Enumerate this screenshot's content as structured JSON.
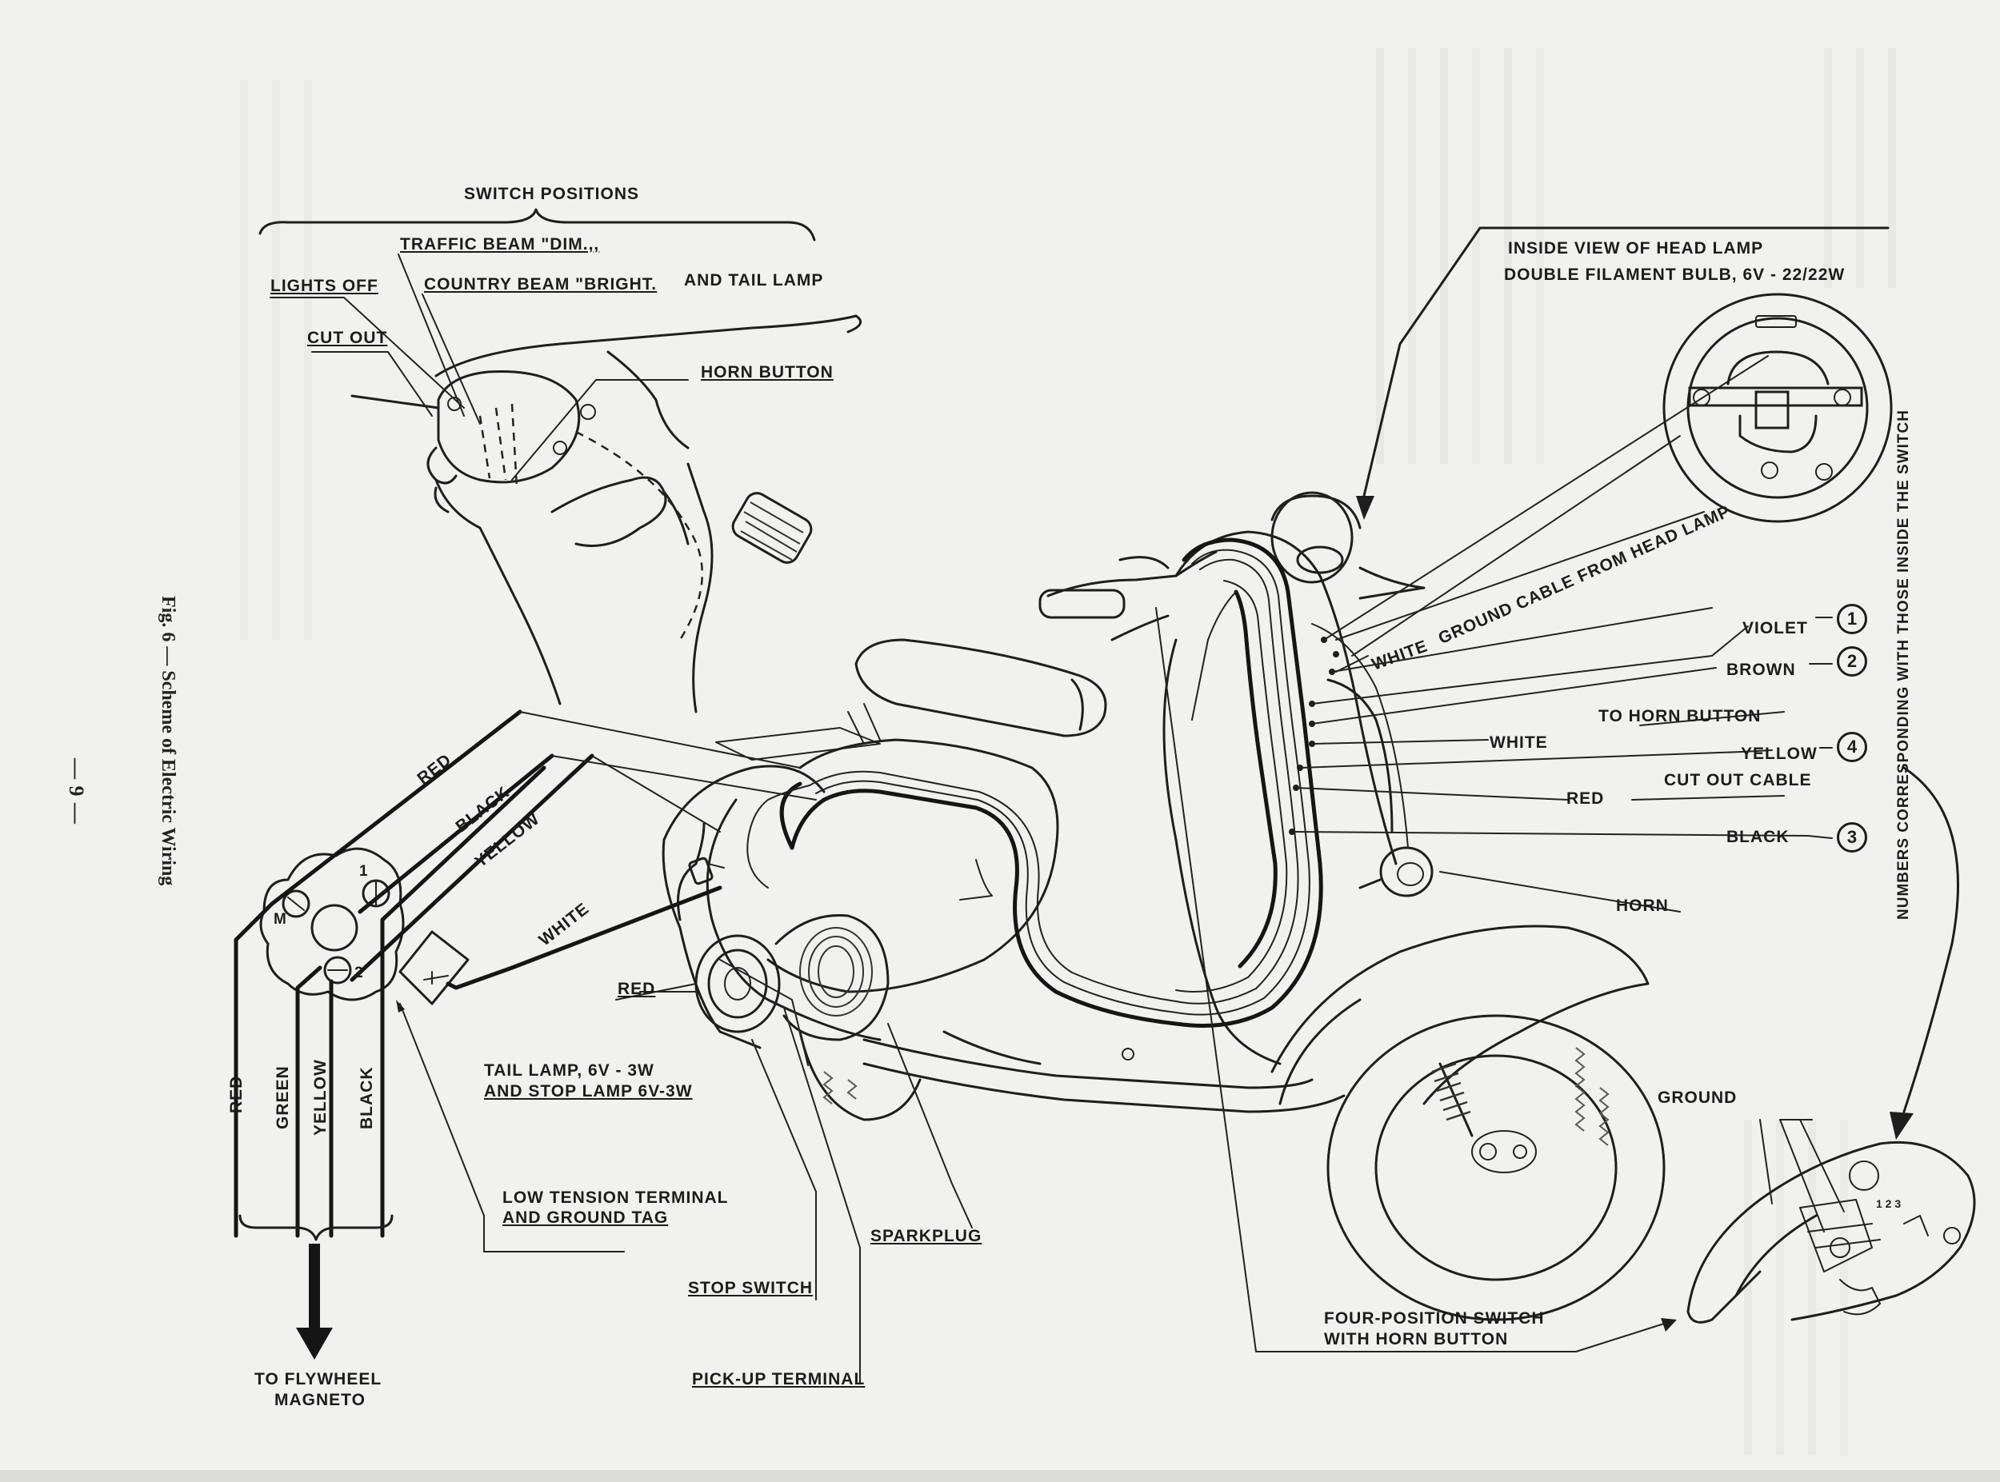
{
  "figure": {
    "caption": "Fig. 6 — Scheme of Electric Wiring",
    "page_number": "— 9 —"
  },
  "switch_positions": {
    "title": "SWITCH POSITIONS",
    "traffic_beam": "TRAFFIC BEAM \"DIM.,,",
    "country_beam": "COUNTRY BEAM \"BRIGHT.",
    "and_tail_lamp": "AND TAIL LAMP",
    "lights_off": "LIGHTS OFF",
    "cut_out": "CUT OUT",
    "horn_button": "HORN BUTTON"
  },
  "head_lamp": {
    "title_line1": "INSIDE VIEW OF HEAD LAMP",
    "title_line2": "DOUBLE FILAMENT BULB, 6V - 22/22W",
    "ground_cable": "GROUND CABLE FROM HEAD LAMP",
    "white": "WHITE"
  },
  "switch_wires": [
    {
      "label": "VIOLET",
      "number": "1"
    },
    {
      "label": "BROWN",
      "number": "2"
    },
    {
      "label": "WHITE",
      "number": ""
    },
    {
      "label": "TO HORN BUTTON",
      "number": ""
    },
    {
      "label": "YELLOW",
      "number": "4"
    },
    {
      "label": "RED",
      "number": ""
    },
    {
      "label": "CUT OUT CABLE",
      "number": ""
    },
    {
      "label": "BLACK",
      "number": "3"
    }
  ],
  "numbers_note": "NUMBERS CORRESPONDING WITH THOSE INSIDE THE SWITCH",
  "horn": "HORN",
  "ground": "GROUND",
  "four_position_switch": {
    "line1": "FOUR-POSITION SWITCH",
    "line2": "WITH HORN BUTTON"
  },
  "left_wires": {
    "red": "RED",
    "black": "BLACK",
    "yellow": "YELLOW",
    "white": "WHITE",
    "red_tail": "RED"
  },
  "bottom_wires": [
    "RED",
    "GREEN",
    "YELLOW",
    "BLACK"
  ],
  "terminal_marks": {
    "m": "M",
    "one": "1",
    "two": "2"
  },
  "tail_lamp": {
    "line1": "TAIL LAMP, 6V - 3W",
    "line2": "AND STOP LAMP 6V-3W"
  },
  "low_tension": {
    "line1": "LOW TENSION TERMINAL",
    "line2": "AND GROUND TAG"
  },
  "sparkplug": "SPARKPLUG",
  "stop_switch": "STOP SWITCH",
  "pickup_terminal": "PICK-UP TERMINAL",
  "flywheel": {
    "line1": "TO FLYWHEEL",
    "line2": "MAGNETO"
  }
}
